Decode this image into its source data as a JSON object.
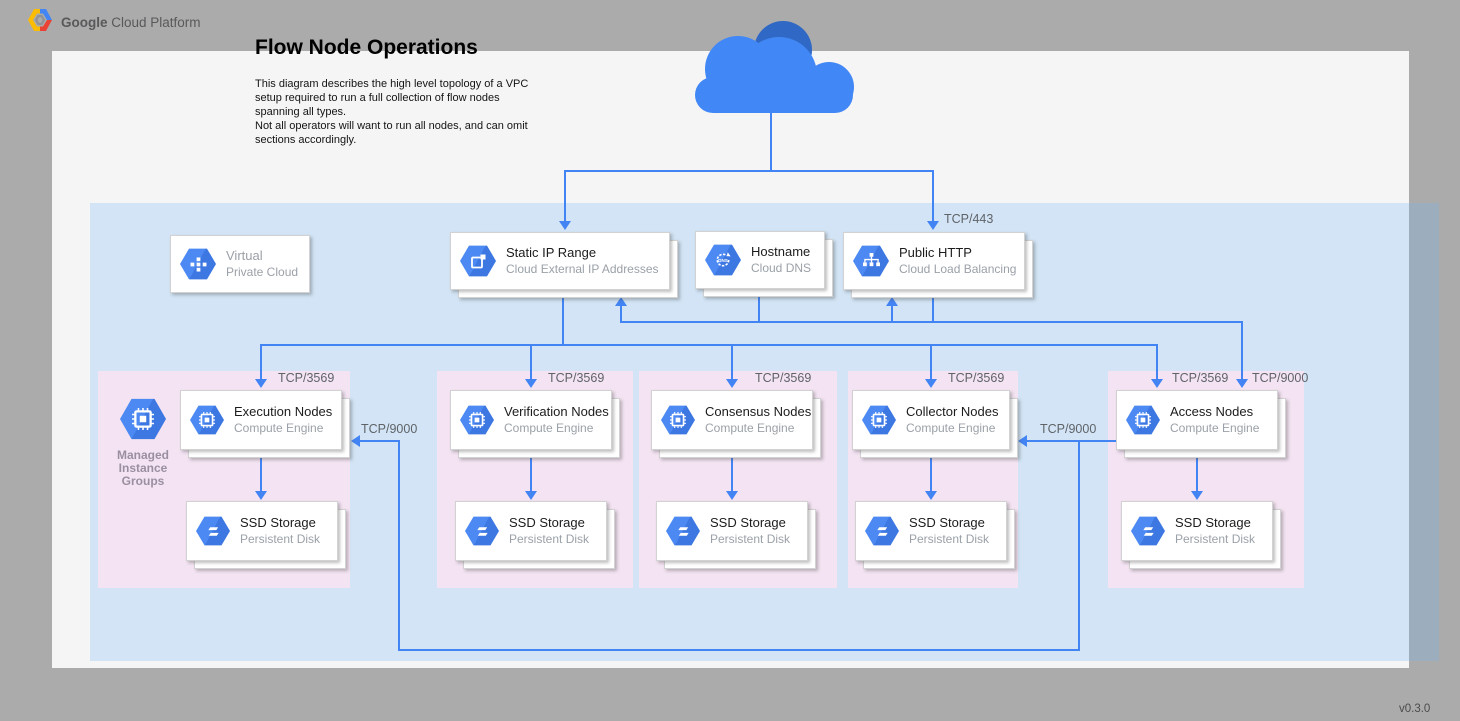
{
  "header": {
    "brand_bold": "Google",
    "brand_rest": "Cloud Platform"
  },
  "title": "Flow Node Operations",
  "description": [
    "This diagram describes the high level topology of a VPC setup required to run a full collection of flow nodes spanning all types.",
    "Not all operators will want to run all nodes, and can omit sections accordingly."
  ],
  "version": "v0.3.0",
  "colors": {
    "background": "#ababab",
    "canvas": "#f5f5f6",
    "zone_fill": "#ddeefb",
    "group_fill": "#f4e4f3",
    "line_blue": "#4284f4",
    "hexagon_blue": "#4285f4",
    "cloud_blue": "#4187f5",
    "cloud_dark_blue": "#2f68c5"
  },
  "vpc_card": {
    "title": "Virtual",
    "subtitle": "Private Cloud",
    "icon": "vpc-icon"
  },
  "services": [
    {
      "title": "Static IP Range",
      "subtitle": "Cloud External IP Addresses",
      "icon": "external-ip-icon"
    },
    {
      "title": "Hostname",
      "subtitle": "Cloud DNS",
      "icon": "cloud-dns-icon"
    },
    {
      "title": "Public HTTP",
      "subtitle": "Cloud Load Balancing",
      "icon": "load-balancer-icon"
    }
  ],
  "edge_labels": {
    "https": "TCP/443",
    "lb_to_access": "TCP/9000",
    "access_to_collector": "TCP/9000",
    "access_to_execution": "TCP/9000"
  },
  "mig": {
    "line1": "Managed",
    "line2": "Instance",
    "line3": "Groups",
    "icon": "managed-instance-groups-icon"
  },
  "groups": [
    {
      "port": "TCP/3569",
      "node": {
        "title": "Execution Nodes",
        "subtitle": "Compute Engine"
      },
      "storage": {
        "title": "SSD Storage",
        "subtitle": "Persistent Disk"
      }
    },
    {
      "port": "TCP/3569",
      "node": {
        "title": "Verification Nodes",
        "subtitle": "Compute Engine"
      },
      "storage": {
        "title": "SSD Storage",
        "subtitle": "Persistent Disk"
      }
    },
    {
      "port": "TCP/3569",
      "node": {
        "title": "Consensus Nodes",
        "subtitle": "Compute Engine"
      },
      "storage": {
        "title": "SSD Storage",
        "subtitle": "Persistent Disk"
      }
    },
    {
      "port": "TCP/3569",
      "node": {
        "title": "Collector Nodes",
        "subtitle": "Compute Engine"
      },
      "storage": {
        "title": "SSD Storage",
        "subtitle": "Persistent Disk"
      }
    },
    {
      "port": "TCP/3569",
      "node": {
        "title": "Access Nodes",
        "subtitle": "Compute Engine"
      },
      "storage": {
        "title": "SSD Storage",
        "subtitle": "Persistent Disk"
      }
    }
  ]
}
